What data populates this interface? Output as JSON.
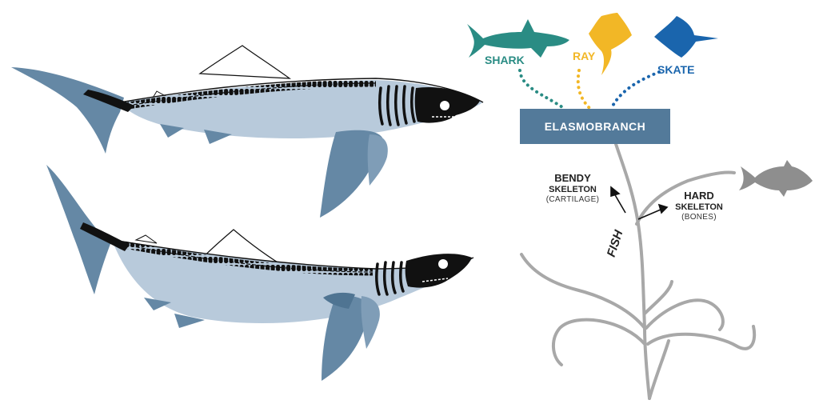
{
  "groups": {
    "shark": "SHARK",
    "ray": "RAY",
    "skate": "SKATE",
    "elasmobranch": "ELASMOBRANCH"
  },
  "branches": {
    "bendy": {
      "title": "BENDY",
      "subtitle": "SKELETON",
      "note": "(CARTILAGE)"
    },
    "hard": {
      "title": "HARD",
      "subtitle": "SKELETON",
      "note": "(BONES)"
    },
    "fish": "FISH"
  },
  "colors": {
    "shark": "#2a8c84",
    "ray": "#f2b726",
    "skate": "#1a65ad",
    "box": "#537a9a",
    "body_dark": "#6588a5",
    "body_light": "#b8cadb",
    "tree": "#a8a8a8",
    "bony_fish": "#8e8e8e"
  }
}
